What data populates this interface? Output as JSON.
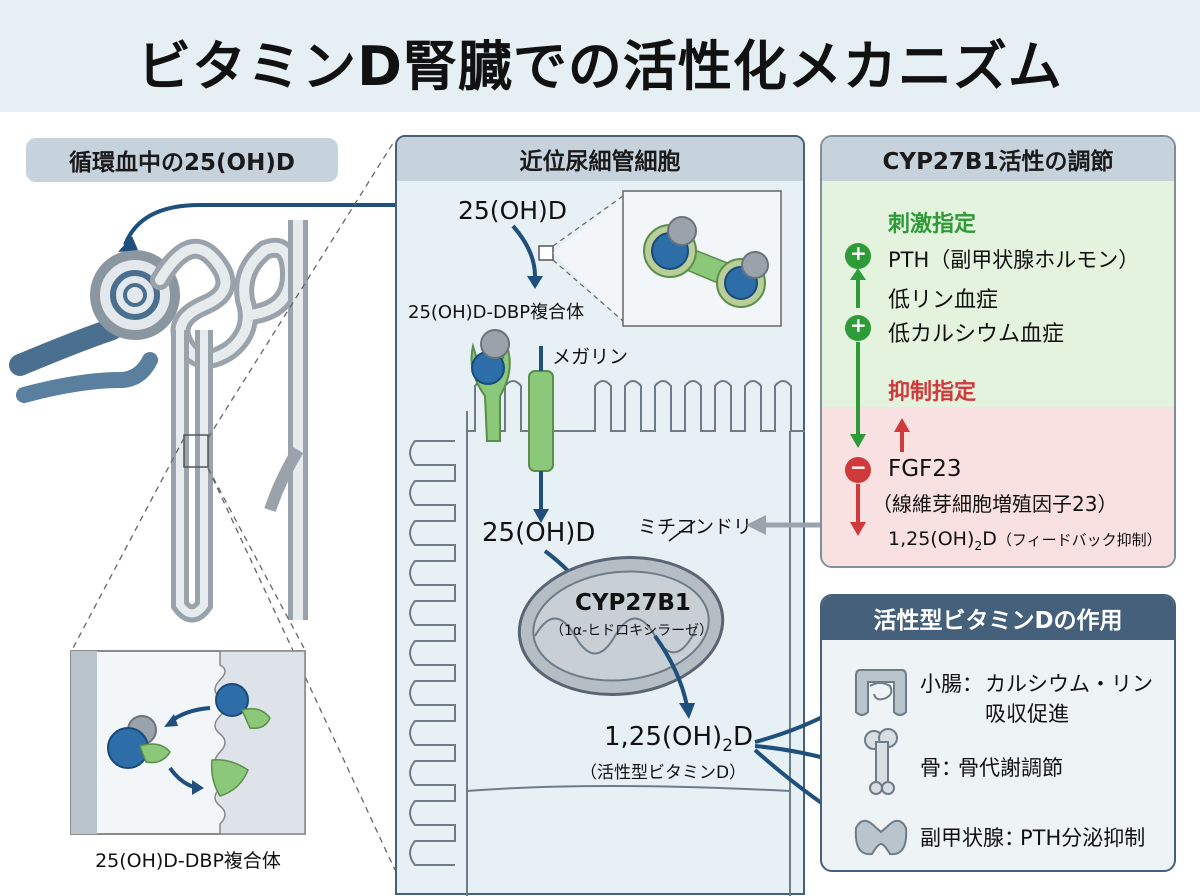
{
  "title": "ビタミンD腎臓での活性化メカニズム",
  "left": {
    "header": "循環血中の25(OH)D",
    "inset_caption": "25(OH)D-DBP複合体"
  },
  "center": {
    "header": "近位尿細管細胞",
    "top_metabolite": "25(OH)D",
    "complex_label": "25(OH)D-DBP複合体",
    "megalin_label": "メガリン",
    "inner_metabolite": "25(OH)D",
    "mito_label": "ミチコンドリ",
    "enzyme": "CYP27B1",
    "enzyme_sub": "（1α-ヒドロキシラーゼ）",
    "product_main": "1,25(OH)",
    "product_sub2": "2",
    "product_end": "D",
    "product_note": "（活性型ビタミンD）"
  },
  "regulation": {
    "header": "CYP27B1活性の調節",
    "stim_title": "刺激指定",
    "stim_items": [
      "PTH（副甲状腺ホルモン）",
      "低リン血症",
      "低カルシウム血症"
    ],
    "inhib_title": "抑制指定",
    "inhib_items": [
      "FGF23",
      "（線維芽細胞増殖因子23）"
    ],
    "fb_main": "1,25(OH)",
    "fb_sub": "2",
    "fb_end": "D",
    "fb_note": "（フィードバック抑制）",
    "plus": "+",
    "minus": "−"
  },
  "actions": {
    "header": "活性型ビタミンDの作用",
    "items": [
      {
        "icon": "intestine-icon",
        "organ": "小腸：",
        "effect": "カルシウム・リン",
        "effect2": "吸収促進"
      },
      {
        "icon": "bone-icon",
        "organ": "骨：",
        "effect": "骨代謝調節",
        "effect2": ""
      },
      {
        "icon": "thyroid-icon",
        "organ": "副甲状腺：",
        "effect": "PTH分泌抑制",
        "effect2": ""
      }
    ]
  },
  "colors": {
    "blue": "#2d6ea8",
    "green": "#8cc879",
    "gray": "#9aa3ab",
    "arrow": "#1f4f7c",
    "stim_green": "#2e9a38",
    "inhib_red": "#d03a3a",
    "header_bg": "#c6d3dd"
  }
}
